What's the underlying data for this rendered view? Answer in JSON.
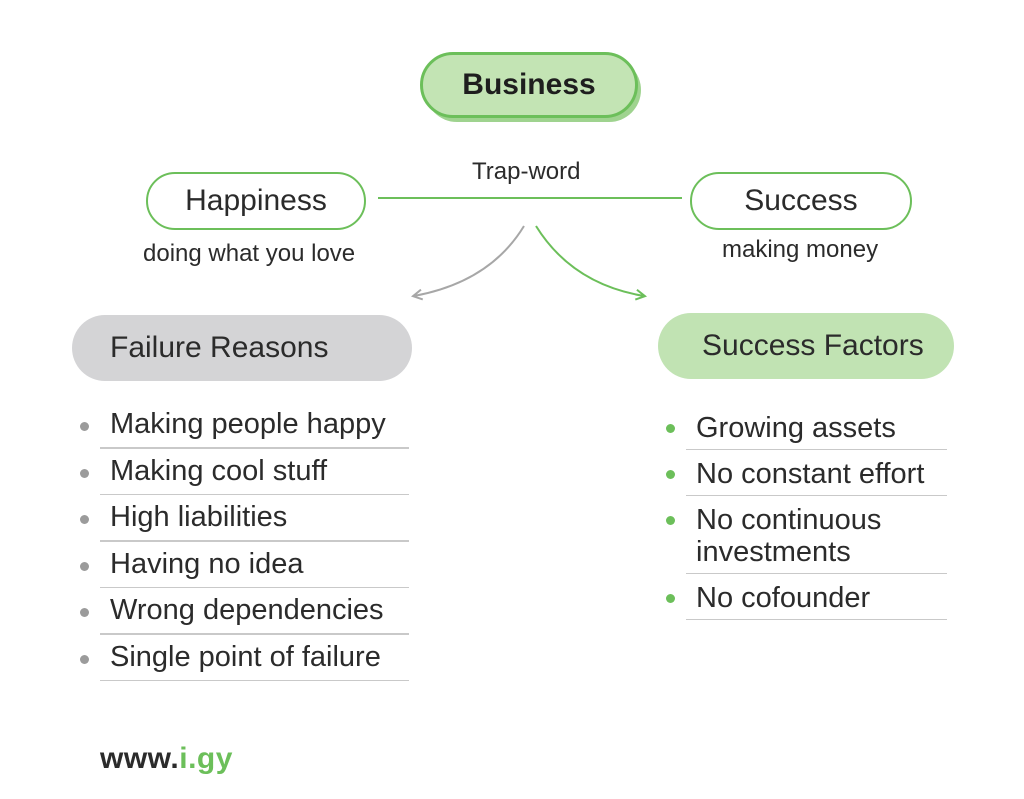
{
  "root": {
    "label": "Business"
  },
  "left_node": {
    "label": "Happiness",
    "sub_label": "doing what you love"
  },
  "right_node": {
    "label": "Success",
    "sub_label": "making money"
  },
  "link_label": "Trap-word",
  "failure_panel": {
    "title": "Failure Reasons",
    "items": [
      "Making people happy",
      "Making cool stuff",
      "High liabilities",
      "Having no idea",
      "Wrong dependencies",
      "Single point of failure"
    ]
  },
  "success_panel": {
    "title": "Success Factors",
    "items": [
      "Growing assets",
      "No constant effort",
      "No continuous\ninvestments",
      "No cofounder"
    ]
  },
  "brand": {
    "prefix": "www.",
    "suffix": "i.gy"
  },
  "colors": {
    "accent_green": "#6cbf5a",
    "light_green": "#c1e3b3",
    "gray_panel": "#d4d4d6",
    "gray_arrow": "#a7a7a7"
  }
}
